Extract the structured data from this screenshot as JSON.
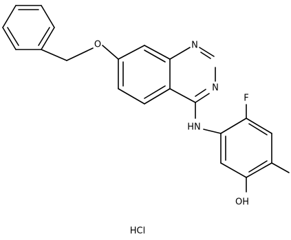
{
  "molecule": {
    "atom_labels": {
      "ether_oxygen": "O",
      "n1": "N",
      "n3": "N",
      "amine": "HN",
      "fluorine": "F",
      "hydroxyl": "OH"
    },
    "counterion": "HCl"
  }
}
